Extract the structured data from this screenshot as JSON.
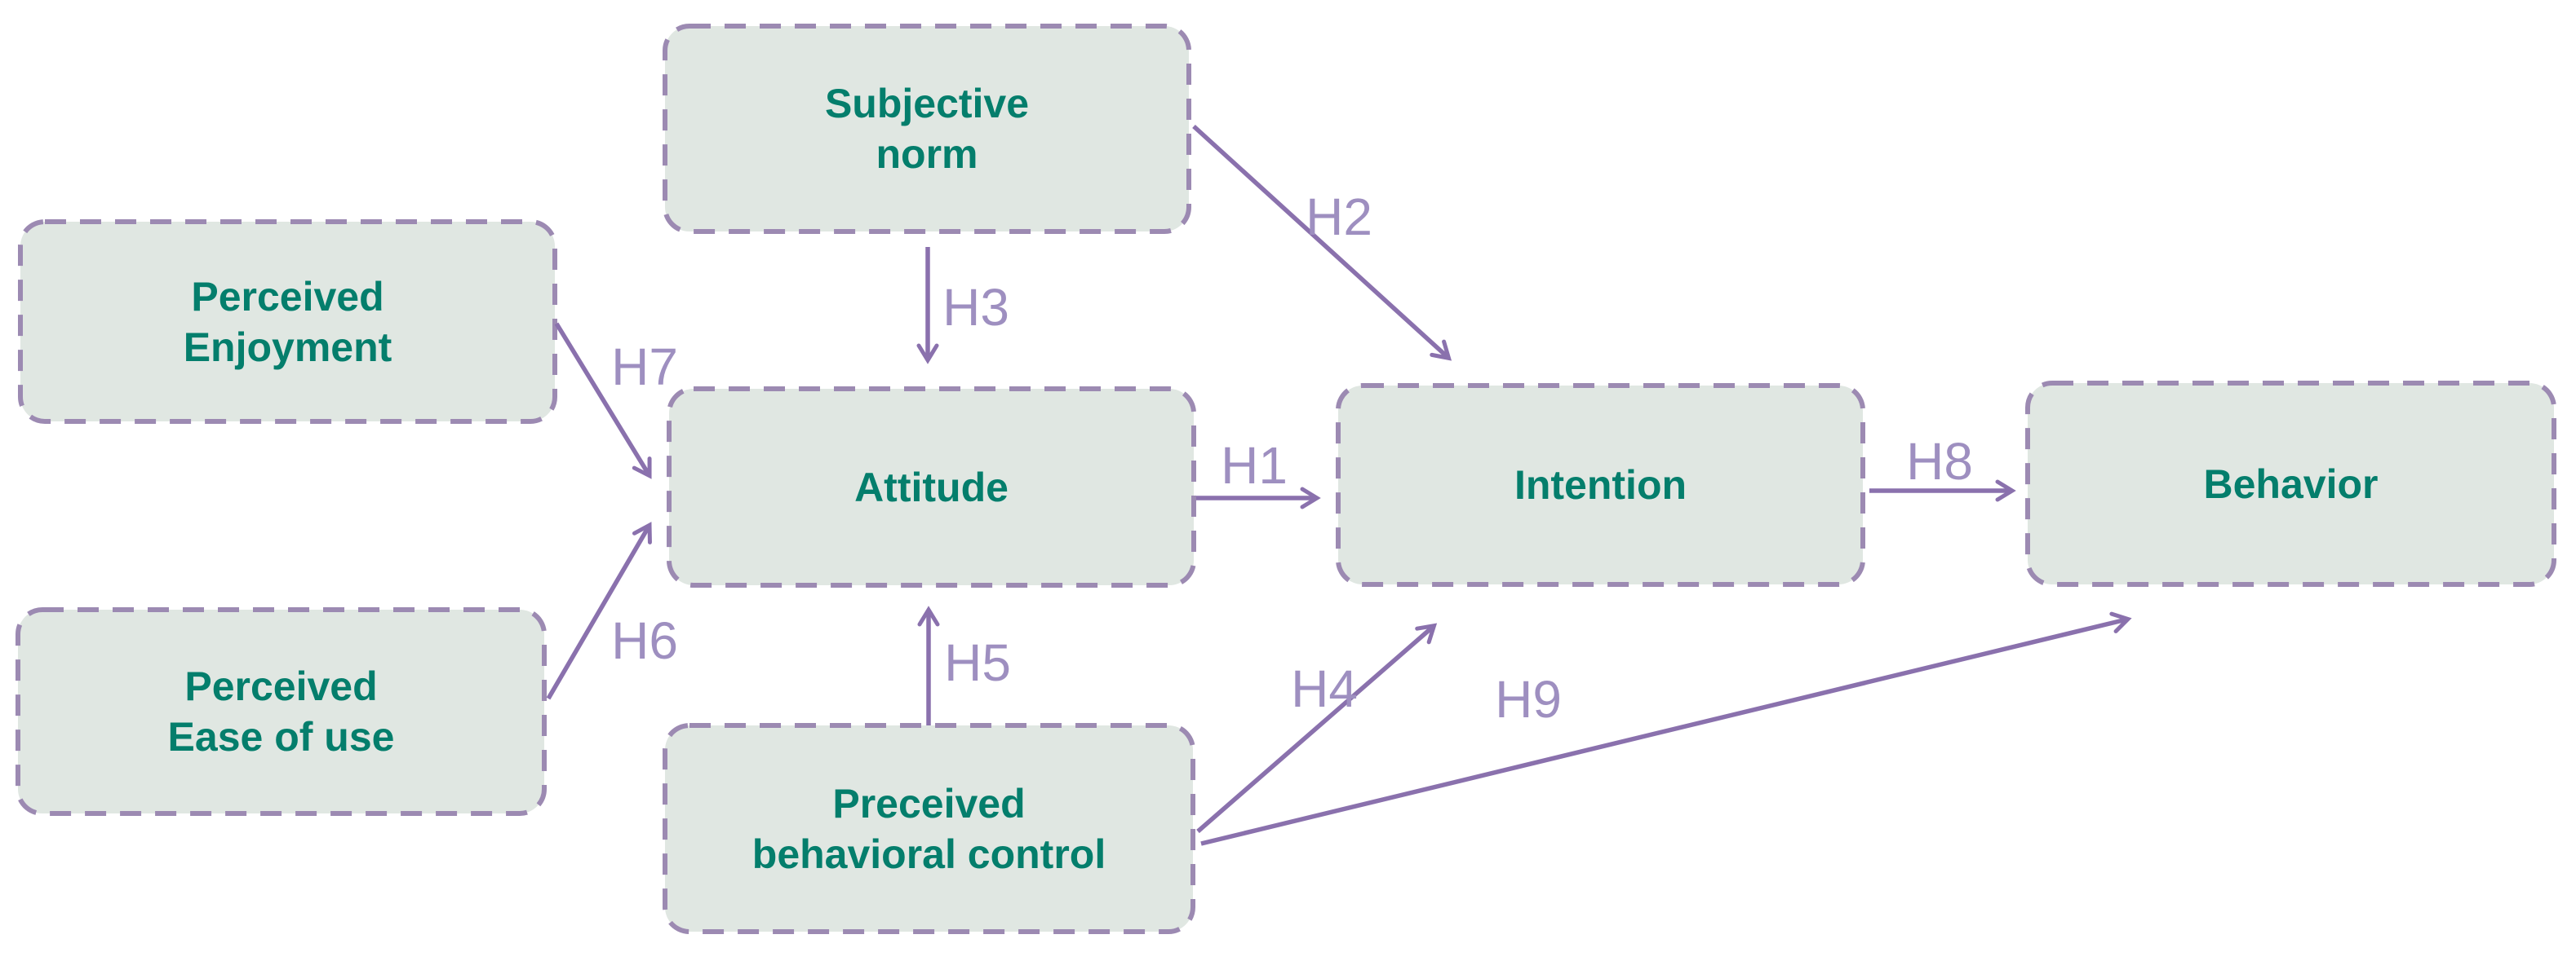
{
  "diagram_title": "",
  "theme": {
    "background": "#ffffff",
    "box_fill": "#e0e7e2",
    "box_border": "#9c8ab2",
    "node_text_color": "#047e6c",
    "arrow_color": "#8a71ad",
    "hypothesis_label_color": "#9e8fc0"
  },
  "nodes": {
    "subjective_norm": {
      "label": "Subjective norm",
      "lines": [
        "Subjective",
        "norm"
      ]
    },
    "perceived_enjoyment": {
      "label": "Perceived Enjoyment",
      "lines": [
        "Perceived",
        "Enjoyment"
      ]
    },
    "perceived_ease": {
      "label": "Perceived Ease of use",
      "lines": [
        "Perceived",
        "Ease of use"
      ]
    },
    "attitude": {
      "label": "Attitude",
      "lines": [
        "Attitude"
      ]
    },
    "intention": {
      "label": "Intention",
      "lines": [
        "Intention"
      ]
    },
    "behavior": {
      "label": "Behavior",
      "lines": [
        "Behavior"
      ]
    },
    "pbc": {
      "label": "Preceived behavioral control",
      "lines": [
        "Preceived",
        "behavioral control"
      ]
    }
  },
  "edges": {
    "h1": {
      "label": "H1",
      "from": "attitude",
      "to": "intention"
    },
    "h2": {
      "label": "H2",
      "from": "subjective_norm",
      "to": "intention"
    },
    "h3": {
      "label": "H3",
      "from": "subjective_norm",
      "to": "attitude"
    },
    "h4": {
      "label": "H4",
      "from": "pbc",
      "to": "intention"
    },
    "h5": {
      "label": "H5",
      "from": "pbc",
      "to": "attitude"
    },
    "h6": {
      "label": "H6",
      "from": "perceived_ease",
      "to": "attitude"
    },
    "h7": {
      "label": "H7",
      "from": "perceived_enjoyment",
      "to": "attitude"
    },
    "h8": {
      "label": "H8",
      "from": "intention",
      "to": "behavior"
    },
    "h9": {
      "label": "H9",
      "from": "pbc",
      "to": "behavior"
    }
  }
}
